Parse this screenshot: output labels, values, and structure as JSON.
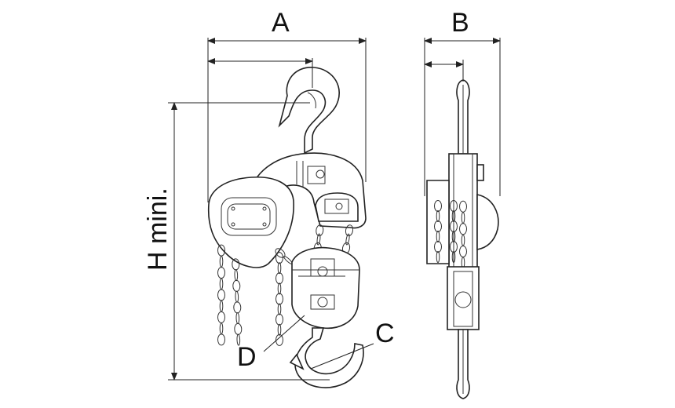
{
  "labels": {
    "a": "A",
    "b": "B",
    "c": "C",
    "d": "D",
    "h": "H mini."
  },
  "colors": {
    "line": "#222222",
    "background": "#ffffff"
  }
}
